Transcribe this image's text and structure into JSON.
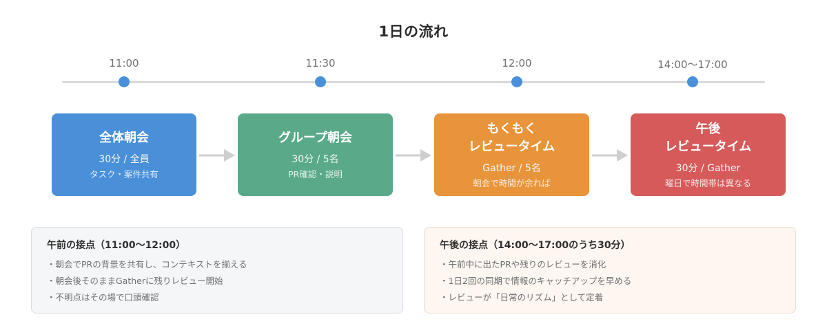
{
  "title": "1日の流れ",
  "timeline": [
    {
      "time": "11:00"
    },
    {
      "time": "11:30"
    },
    {
      "time": "12:00"
    },
    {
      "time": "14:00〜17:00"
    }
  ],
  "steps": [
    {
      "title": "全体朝会",
      "sub": "30分 / 全員",
      "note": "タスク・案件共有",
      "color": "#4a90d9"
    },
    {
      "title": "グループ朝会",
      "sub": "30分 / 5名",
      "note": "PR確認・説明",
      "color": "#5aaa89"
    },
    {
      "title": "もくもく\nレビュータイム",
      "sub": "Gather / 5名",
      "note": "朝会で時間が余れば",
      "color": "#e8943a"
    },
    {
      "title": "午後\nレビュータイム",
      "sub": "30分 / Gather",
      "note": "曜日で時間帯は異なる",
      "color": "#d65a5a"
    }
  ],
  "panels": {
    "morning": {
      "title": "午前の接点（11:00〜12:00）",
      "items": [
        "・朝会でPRの背景を共有し、コンテキストを揃える",
        "・朝会後そのままGatherに残りレビュー開始",
        "・不明点はその場で口頭確認"
      ],
      "bg": "#f5f6f8",
      "border": "#dadde3"
    },
    "afternoon": {
      "title": "午後の接点（14:00〜17:00のうち30分）",
      "items": [
        "・午前中に出たPRや残りのレビューを消化",
        "・1日2回の同期で情報のキャッチアップを早める",
        "・レビューが「日常のリズム」として定着"
      ],
      "bg": "#fdf6f1",
      "border": "#ecdccf"
    }
  },
  "colors": {
    "timeline_dot": "#4a90d9",
    "timeline_line": "#d9d9d9",
    "arrow": "#cfcfcf"
  }
}
